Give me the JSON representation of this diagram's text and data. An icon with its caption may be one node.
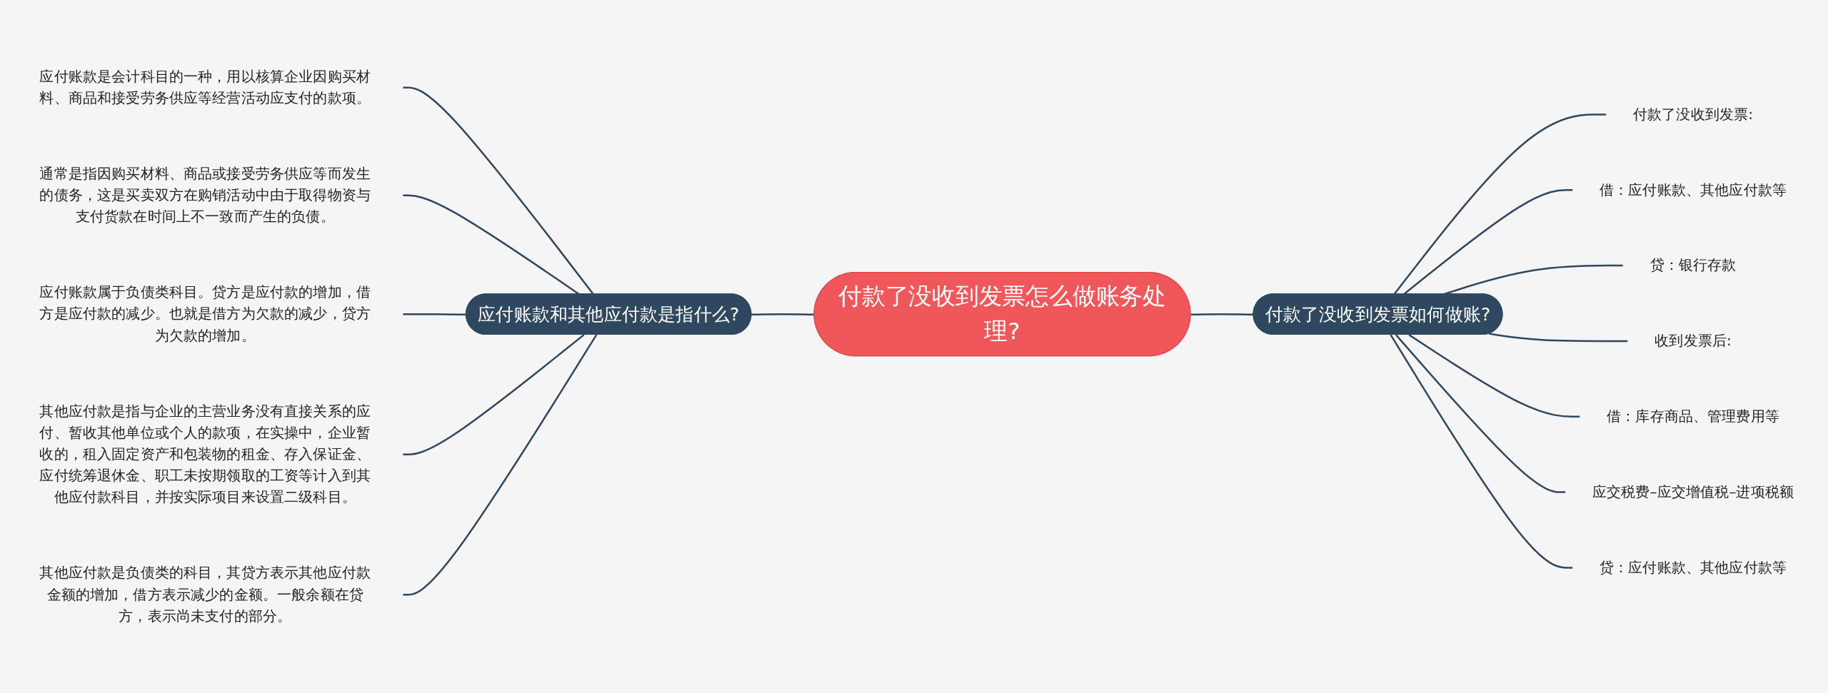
{
  "diagram": {
    "nodes": [
      {
        "text": [
          "付款了没收到发票怎么做账务处理?"
        ]
      },
      {
        "text": [
          "应付账款和其他应付款是指什么?"
        ]
      },
      {
        "text": [
          "付款了没收到发票如何做账?"
        ]
      },
      {
        "text": [
          "应付账款是会计科目的一种，用以核算企业因购买材料、商品和接受劳务供应等经营活动应支付的款项。"
        ]
      },
      {
        "text": [
          "通常是指因购买材料、商品或接受劳务供应等而发生的债务，这是买卖双方在购销活动中由于取得物资与支付货款在时间上不一致而产生的负债。"
        ]
      },
      {
        "text": [
          "应付账款属于负债类科目。贷方是应付款的增加，借方是应付款的减少。也就是借方为欠款的减少，贷方为欠款的增加。"
        ]
      },
      {
        "text": [
          "其他应付款是指与企业的主营业务没有直接关系的应付、暂收其他单位或个人的款项，在实操中，企业暂收的，租入固定资产和包装物的租金、存入保证金、应付统筹退休金、职工未按期领取的工资等计入到其他应付款科目，并按实际项目来设置二级科目。"
        ]
      },
      {
        "text": [
          "其他应付款是负债类的科目，其贷方表示其他应付款金额的增加，借方表示减少的金额。一般余额在贷方，表示尚未支付的部分。"
        ]
      },
      {
        "text": [
          "付款了没收到发票:"
        ]
      },
      {
        "text": [
          "借：应付账款、其他应付款等"
        ]
      },
      {
        "text": [
          "贷：银行存款"
        ]
      },
      {
        "text": [
          "收到发票后:"
        ]
      },
      {
        "text": [
          "借：库存商品、管理费用等"
        ]
      },
      {
        "text": [
          "应交税费–应交增值税–进项税额"
        ]
      },
      {
        "text": [
          "贷：应付账款、其他应付款等"
        ]
      }
    ],
    "edges": [
      {
        "from": 1,
        "to": 0,
        "arrow": "none"
      },
      {
        "from": 0,
        "to": 2,
        "arrow": "none"
      },
      {
        "from": 3,
        "to": 1,
        "arrow": "none"
      },
      {
        "from": 4,
        "to": 1,
        "arrow": "none"
      },
      {
        "from": 5,
        "to": 1,
        "arrow": "none"
      },
      {
        "from": 6,
        "to": 1,
        "arrow": "none"
      },
      {
        "from": 7,
        "to": 1,
        "arrow": "none"
      },
      {
        "from": 2,
        "to": 8,
        "arrow": "none"
      },
      {
        "from": 2,
        "to": 9,
        "arrow": "none"
      },
      {
        "from": 2,
        "to": 10,
        "arrow": "none"
      },
      {
        "from": 2,
        "to": 11,
        "arrow": "none"
      },
      {
        "from": 2,
        "to": 12,
        "arrow": "none"
      },
      {
        "from": 2,
        "to": 13,
        "arrow": "none"
      },
      {
        "from": 2,
        "to": 14,
        "arrow": "none"
      }
    ]
  }
}
